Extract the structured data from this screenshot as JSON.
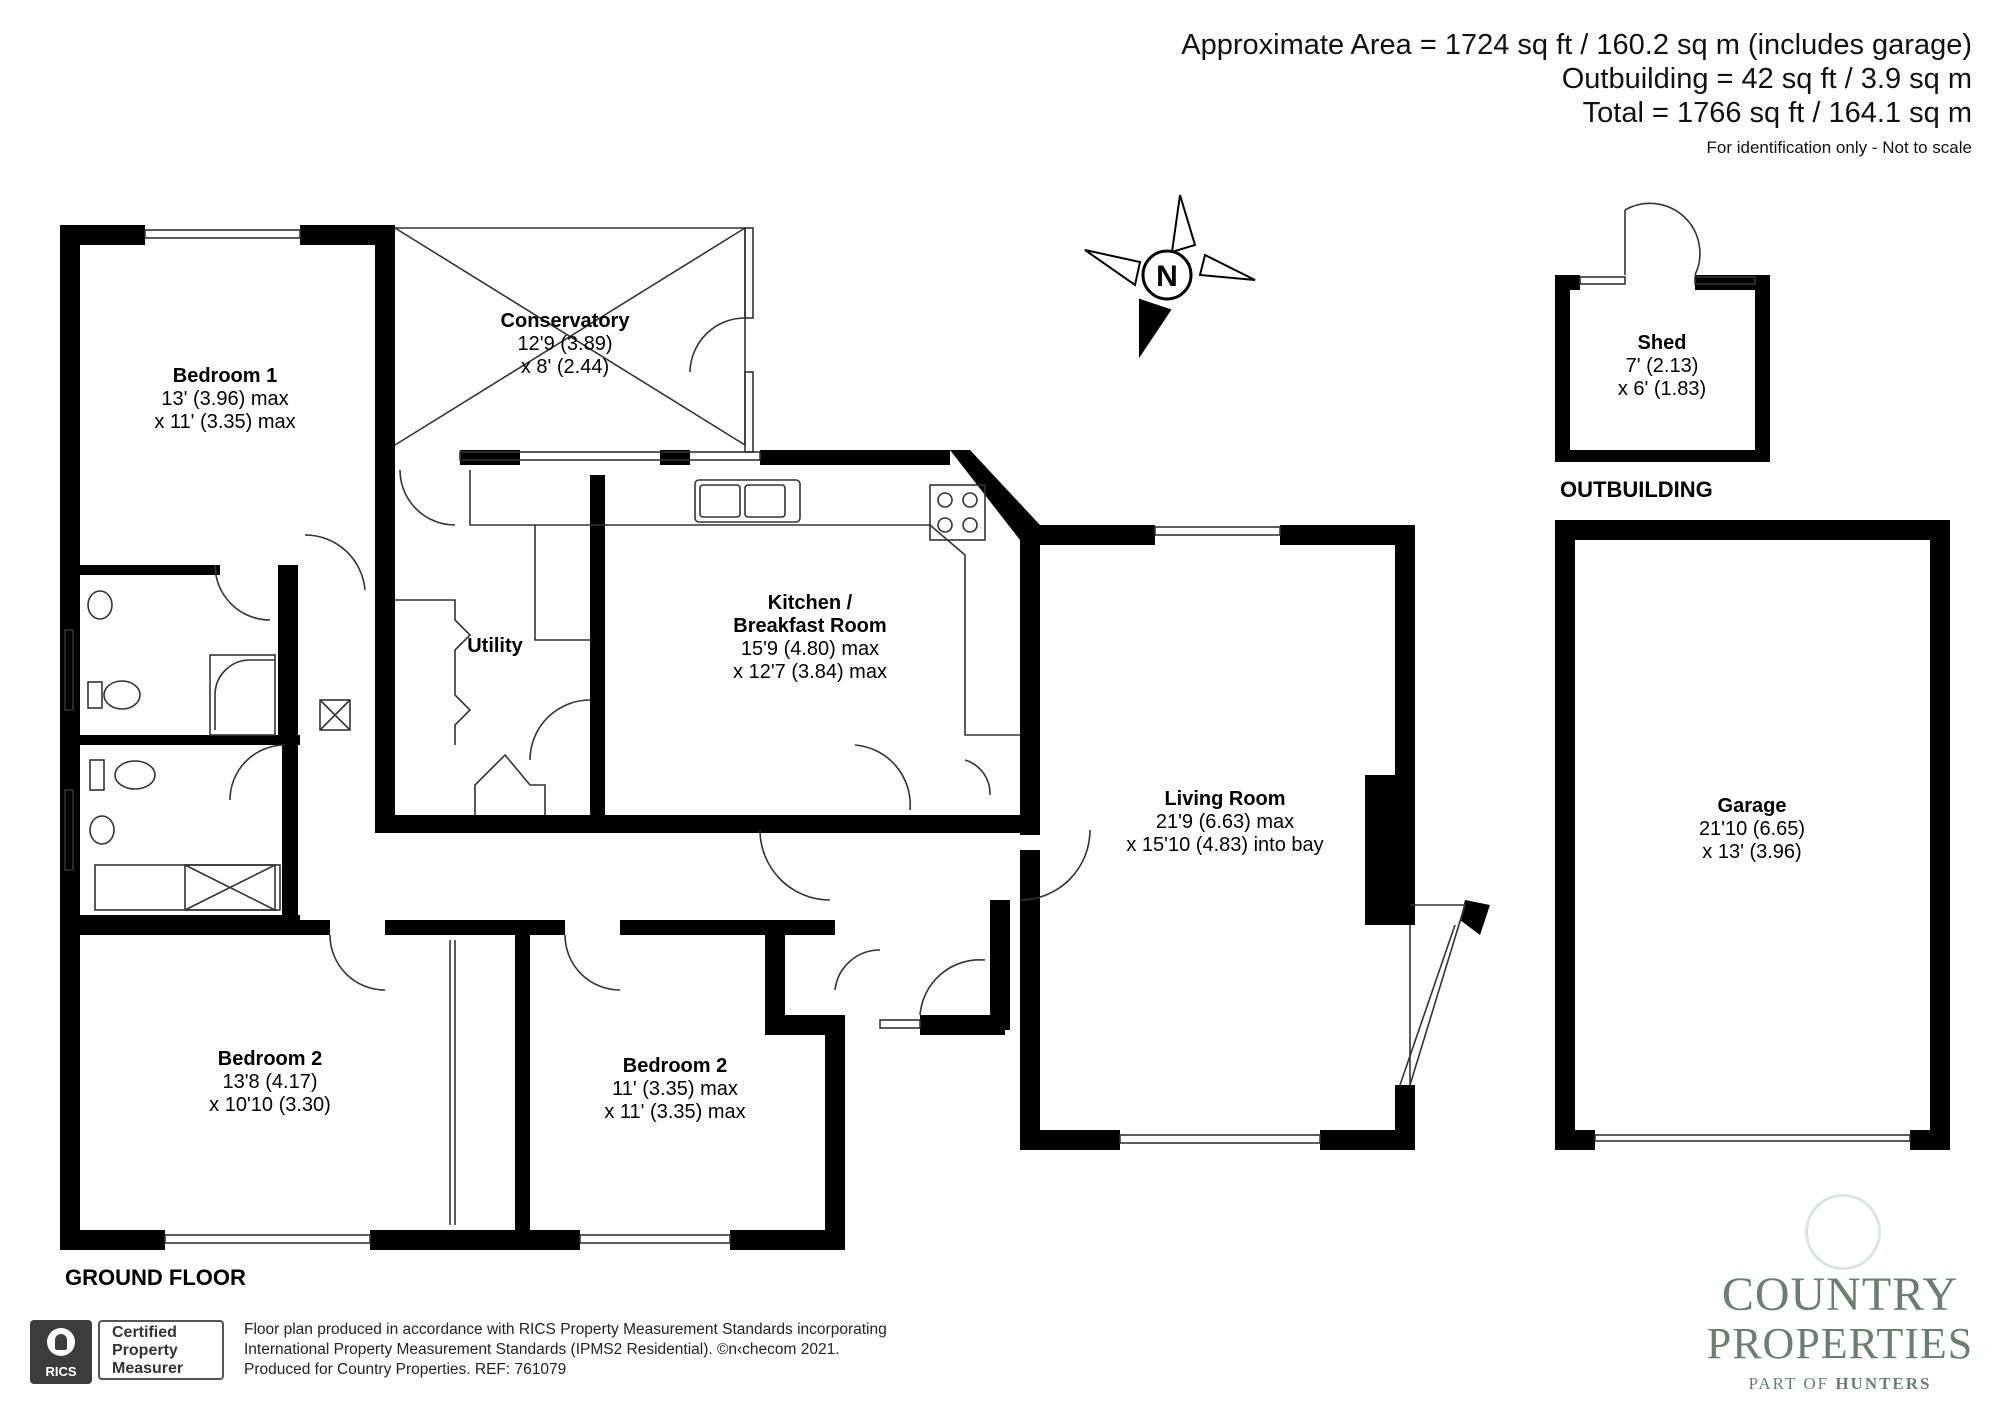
{
  "header": {
    "area_line1": "Approximate Area = 1724 sq ft / 160.2 sq m (includes garage)",
    "area_line2": "Outbuilding = 42 sq ft / 3.9 sq m",
    "area_line3": "Total = 1766 sq ft / 164.1 sq m",
    "note": "For identification only - Not to scale"
  },
  "compass": {
    "letter": "N",
    "icon": "north-arrow-icon"
  },
  "rooms": {
    "bedroom1": {
      "name": "Bedroom 1",
      "dim1": "13' (3.96) max",
      "dim2": "x 11' (3.35) max"
    },
    "conservatory": {
      "name": "Conservatory",
      "dim1": "12'9 (3.89)",
      "dim2": "x 8' (2.44)"
    },
    "utility": {
      "name": "Utility"
    },
    "kitchen": {
      "name1": "Kitchen /",
      "name2": "Breakfast Room",
      "dim1": "15'9 (4.80) max",
      "dim2": "x 12'7 (3.84) max"
    },
    "living": {
      "name": "Living Room",
      "dim1": "21'9 (6.63) max",
      "dim2": "x 15'10 (4.83) into bay"
    },
    "bedroom2a": {
      "name": "Bedroom 2",
      "dim1": "13'8 (4.17)",
      "dim2": "x 10'10 (3.30)"
    },
    "bedroom2b": {
      "name": "Bedroom 2",
      "dim1": "11' (3.35) max",
      "dim2": "x 11' (3.35) max"
    },
    "shed": {
      "name": "Shed",
      "dim1": "7' (2.13)",
      "dim2": "x 6' (1.83)"
    },
    "garage": {
      "name": "Garage",
      "dim1": "21'10 (6.65)",
      "dim2": "x 13' (3.96)"
    }
  },
  "floor_labels": {
    "ground": "GROUND FLOOR",
    "outbuilding": "OUTBUILDING"
  },
  "footer": {
    "line1": "Floor plan produced in accordance with RICS Property Measurement Standards incorporating",
    "line2": "International Property Measurement Standards (IPMS2 Residential).   ©n‹checom 2021.",
    "line3": "Produced for Country Properties.   REF: 761079"
  },
  "rics_badge": {
    "org": "RICS",
    "cert1": "Certified",
    "cert2": "Property",
    "cert3": "Measurer"
  },
  "brand": {
    "line1": "COUNTRY",
    "line2": "PROPERTIES",
    "line3a": "PART OF",
    "line3b": "HUNTERS"
  },
  "colors": {
    "wall": "#000000",
    "brand": "#6d7d75",
    "text": "#111111"
  }
}
